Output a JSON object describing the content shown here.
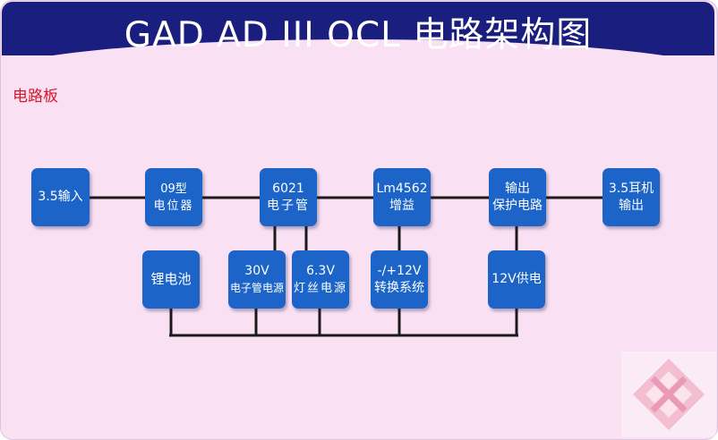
{
  "title": "GAD AD III OCL 电路架构图",
  "section_label": "电路板",
  "blocks": {
    "input": [
      "3.5输入"
    ],
    "pot": [
      "09型",
      "电位器"
    ],
    "tube": [
      "6021",
      "电子管"
    ],
    "opamp": [
      "Lm4562",
      "增益"
    ],
    "protect": [
      "输出",
      "保护电路"
    ],
    "output": [
      "3.5耳机",
      "输出"
    ],
    "battery": [
      "锂电池"
    ],
    "supply30": [
      "30V",
      "电子管电源"
    ],
    "filament": [
      "6.3V",
      "灯丝电源"
    ],
    "conv12": [
      "-/+12V",
      "转换系统"
    ],
    "supply12": [
      "12V供电"
    ]
  },
  "colors": {
    "title_bar": "#1a1e7e",
    "background": "#f9e0f3",
    "block": "#1c64c8",
    "wire": "#1a1a1a",
    "label_red": "#d4182a"
  }
}
